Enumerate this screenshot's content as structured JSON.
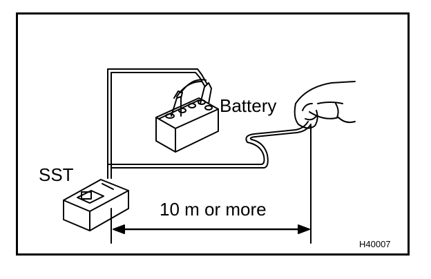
{
  "labels": {
    "battery": "Battery",
    "sst": "SST",
    "distance": "10 m or more",
    "figure_code": "H40007"
  }
}
